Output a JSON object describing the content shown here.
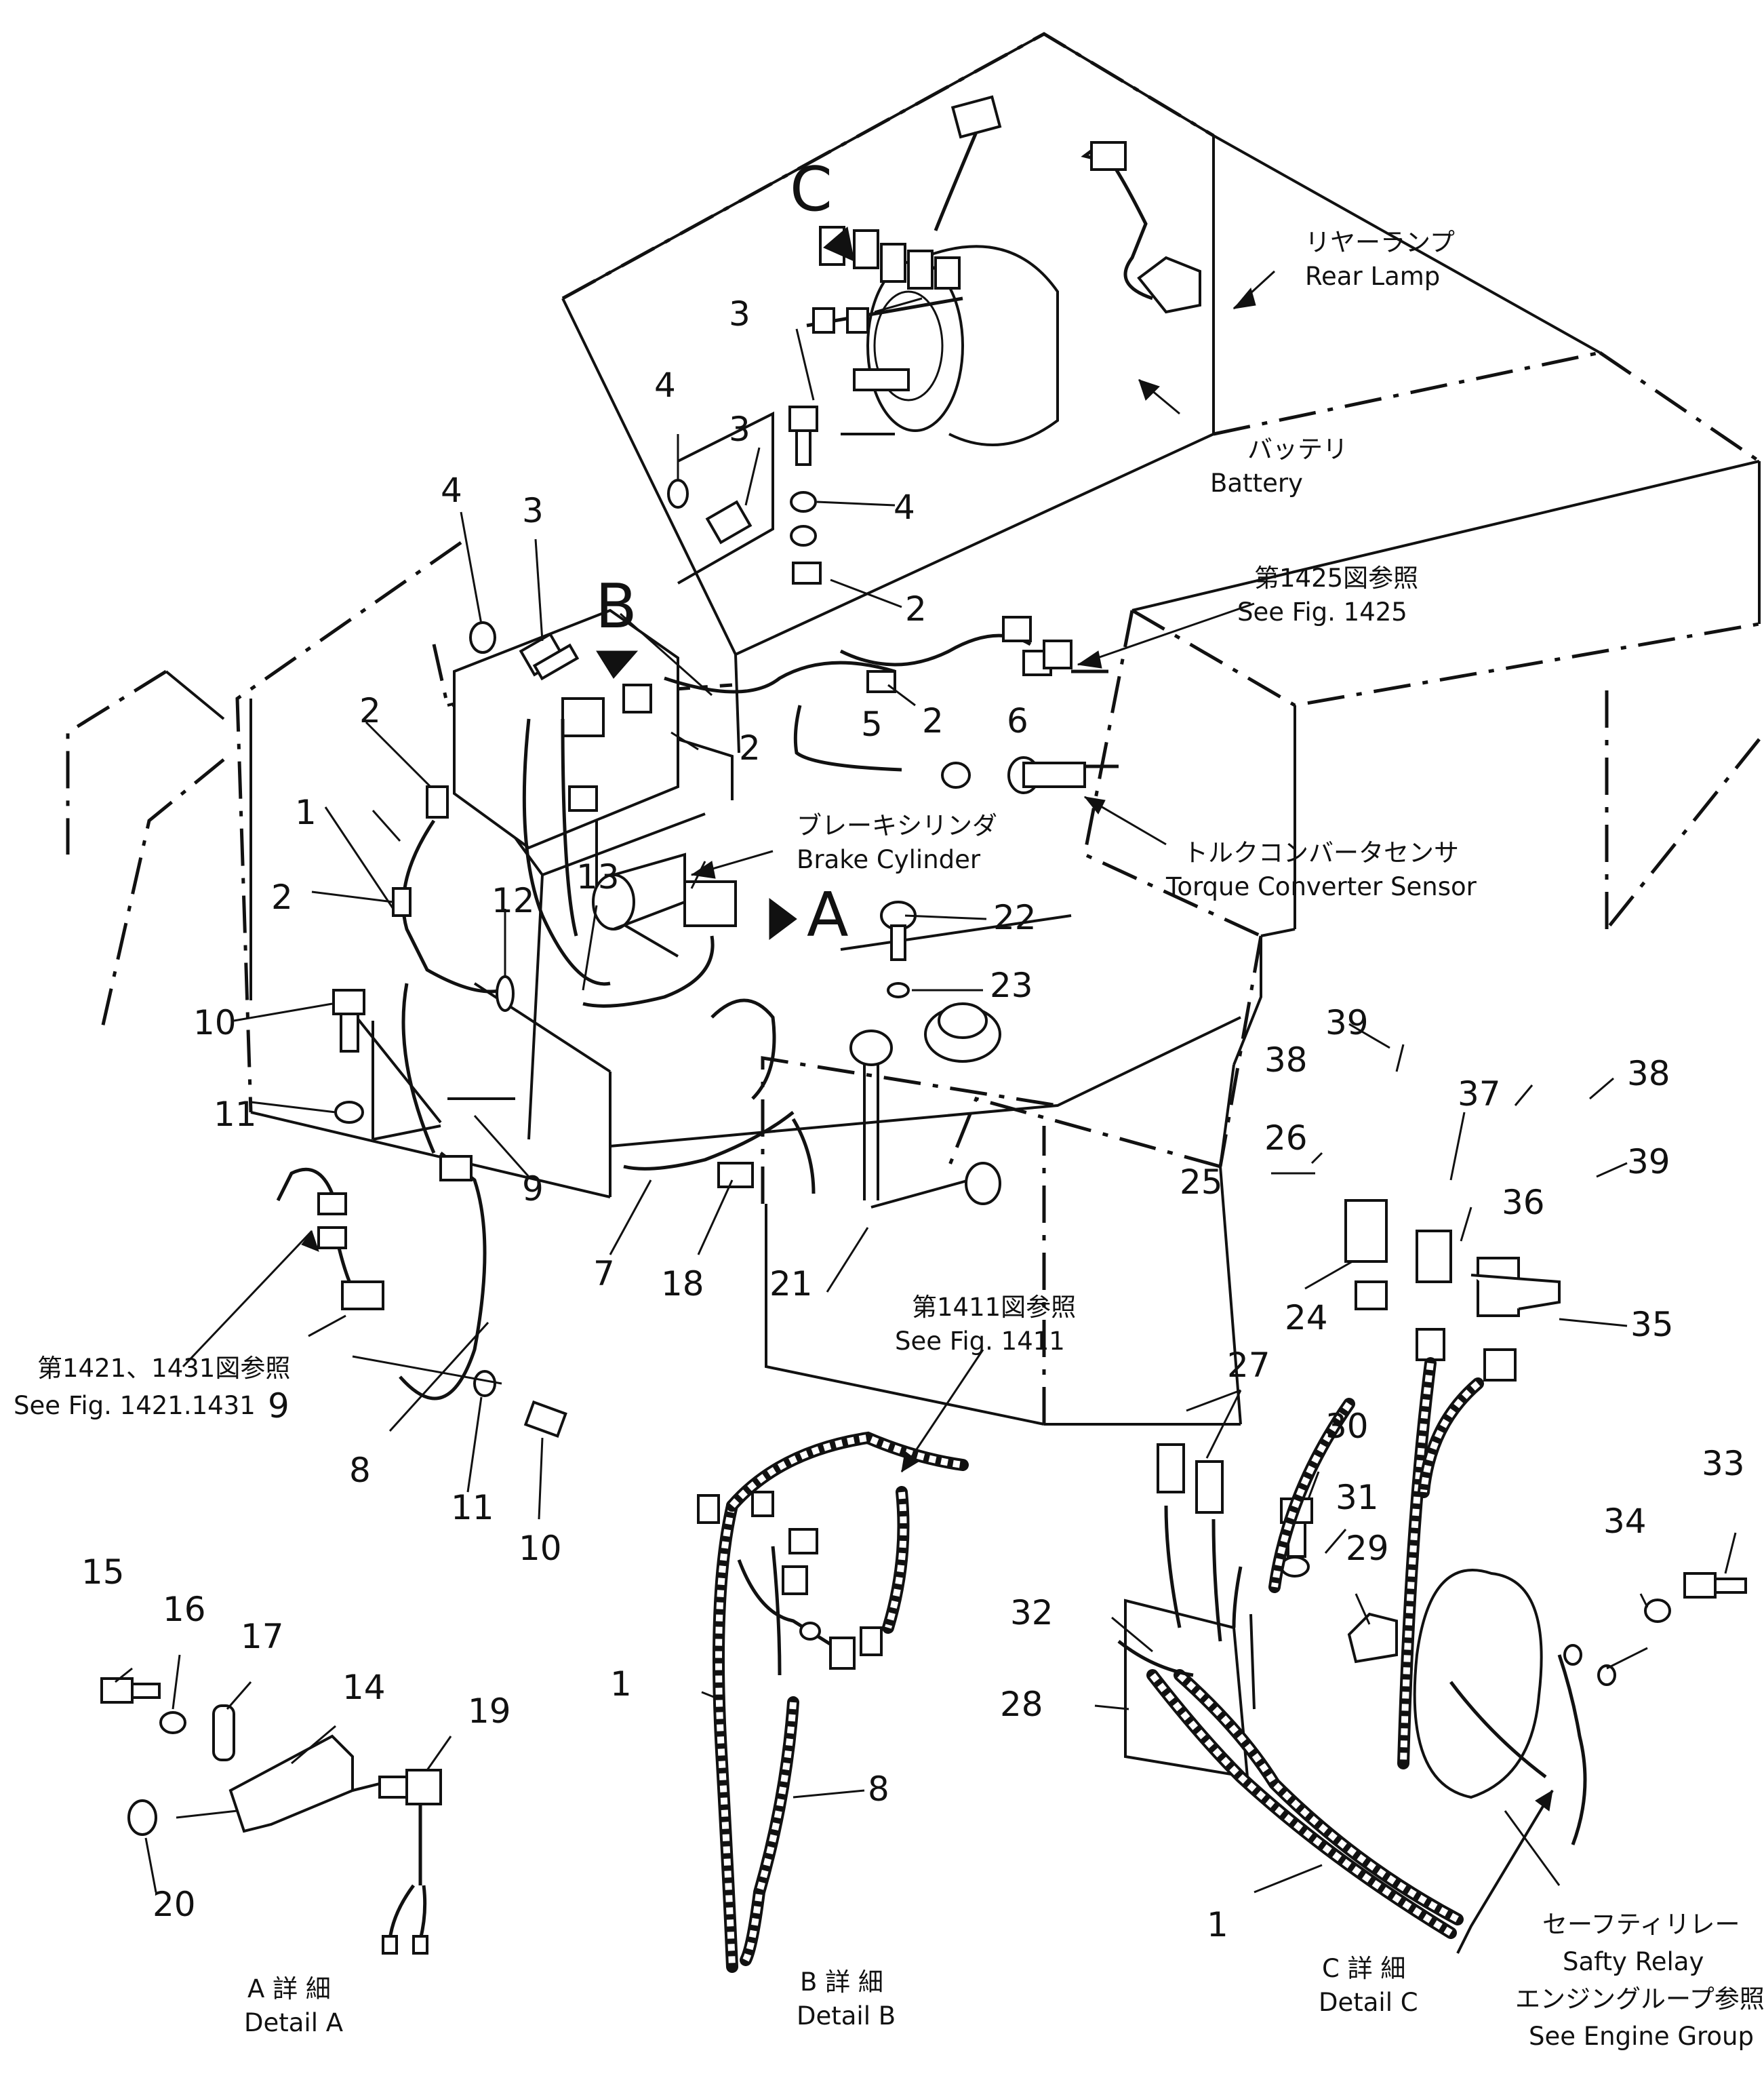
{
  "detail_markers": {
    "a": "A",
    "b": "B",
    "c": "C"
  },
  "labels": {
    "rear_lamp_jp": "リヤーランプ",
    "rear_lamp_en": "Rear Lamp",
    "battery_jp": "バッテリ",
    "battery_en": "Battery",
    "fig1425_jp": "第1425図参照",
    "fig1425_en": "See Fig. 1425",
    "brake_jp": "ブレーキシリンダ",
    "brake_en": "Brake Cylinder",
    "torque_jp": "トルクコンバータセンサ",
    "torque_en": "Torque Converter Sensor",
    "fig1421_jp": "第1421、1431図参照",
    "fig1421_en": "See Fig. 1421.1431",
    "fig1411_jp": "第1411図参照",
    "fig1411_en": "See Fig. 1411",
    "detail_a_jp": "A 詳 細",
    "detail_a_en": "Detail A",
    "detail_b_jp": "B 詳 細",
    "detail_b_en": "Detail B",
    "detail_c_jp": "C 詳 細",
    "detail_c_en": "Detail C",
    "safety_jp": "セーフティリレー",
    "safety_en": "Safty Relay",
    "engine_jp": "エンジングループ参照",
    "engine_en": "See Engine Group"
  },
  "callouts": {
    "n1a": "1",
    "n1b": "1",
    "n1c": "1",
    "n2a": "2",
    "n2b": "2",
    "n2c": "2",
    "n2d": "2",
    "n2e": "2",
    "n3a": "3",
    "n3b": "3",
    "n3c": "3",
    "n4a": "4",
    "n4b": "4",
    "n4c": "4",
    "n5": "5",
    "n6": "6",
    "n7": "7",
    "n8a": "8",
    "n8b": "8",
    "n9a": "9",
    "n9b": "9",
    "n10a": "10",
    "n10b": "10",
    "n11a": "11",
    "n11b": "11",
    "n12": "12",
    "n13": "13",
    "n14": "14",
    "n15": "15",
    "n16": "16",
    "n17": "17",
    "n18": "18",
    "n19": "19",
    "n20": "20",
    "n21": "21",
    "n22": "22",
    "n23": "23",
    "n24": "24",
    "n25": "25",
    "n26": "26",
    "n27": "27",
    "n28": "28",
    "n29": "29",
    "n30": "30",
    "n31": "31",
    "n32": "32",
    "n33": "33",
    "n34": "34",
    "n35": "35",
    "n36": "36",
    "n37": "37",
    "n38a": "38",
    "n38b": "38",
    "n39a": "39",
    "n39b": "39"
  }
}
